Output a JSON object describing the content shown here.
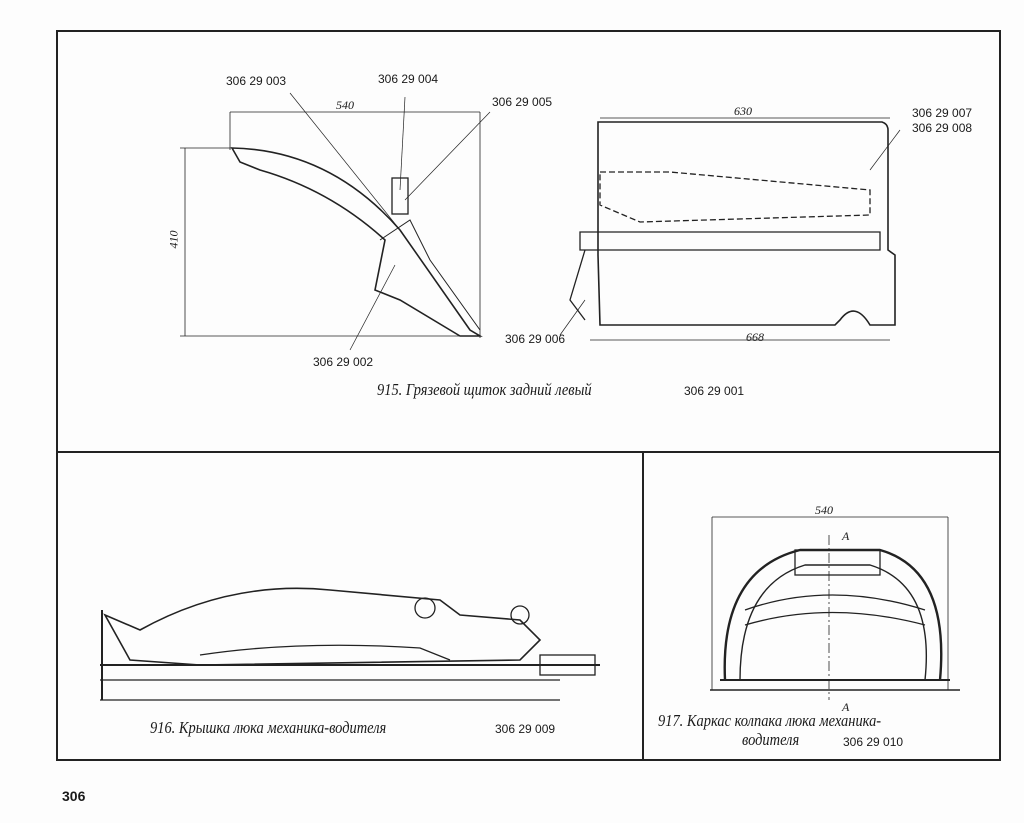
{
  "figure_915": {
    "caption": "915. Грязевой щиток задний левый",
    "part_number": "306 29 001",
    "callouts": [
      "306 29 003",
      "306 29 004",
      "306 29 005",
      "306 29 002",
      "306 29 006",
      "306 29 007",
      "306 29 008"
    ],
    "dimensions": [
      "540",
      "410",
      "630",
      "668"
    ]
  },
  "figure_916": {
    "caption": "916. Крышка люка механика-водителя",
    "part_number": "306 29 009"
  },
  "figure_917": {
    "caption_line1": "917. Каркас колпака люка механика-",
    "caption_line2": "водителя",
    "part_number": "306 29 010",
    "dimensions": [
      "540"
    ],
    "section_marks": [
      "A",
      "A"
    ]
  },
  "page_number": "306"
}
